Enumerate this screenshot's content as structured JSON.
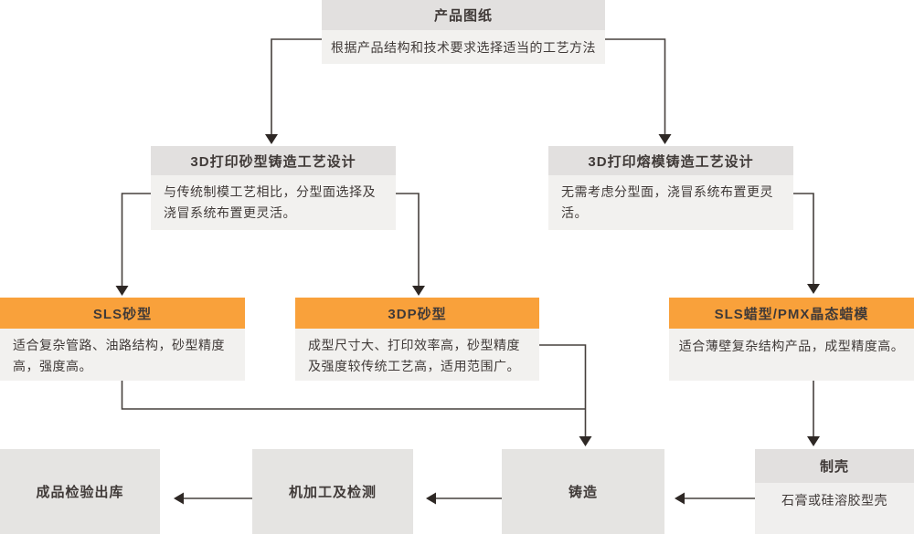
{
  "colors": {
    "accent_orange": "#f9a13b",
    "header_gray": "#e2e0df",
    "body_gray": "#f2f1ef",
    "solid_gray": "#e5e4e2",
    "line": "#46403d",
    "text": "#403a38"
  },
  "nodes": {
    "product": {
      "title": "产品图纸",
      "desc": "根据产品结构和技术要求选择适当的工艺方法"
    },
    "sand_design": {
      "title": "3D打印砂型铸造工艺设计",
      "desc": "与传统制模工艺相比，分型面选择及浇冒系统布置更灵活。"
    },
    "investment_design": {
      "title": "3D打印熔模铸造工艺设计",
      "desc": "无需考虑分型面，浇冒系统布置更灵活。"
    },
    "sls_sand": {
      "title": "SLS砂型",
      "desc": "适合复杂管路、油路结构，砂型精度高，强度高。"
    },
    "threedp_sand": {
      "title": "3DP砂型",
      "desc": "成型尺寸大、打印效率高，砂型精度及强度较传统工艺高，适用范围广。"
    },
    "sls_wax": {
      "title": "SLS蜡型/PMX晶态蜡模",
      "desc": "适合薄壁复杂结构产品，成型精度高。"
    },
    "shell": {
      "title": "制壳",
      "desc": "石膏或硅溶胶型壳"
    },
    "casting": {
      "title": "铸造"
    },
    "machining": {
      "title": "机加工及检测"
    },
    "final_inspection": {
      "title": "成品检验出库"
    }
  }
}
